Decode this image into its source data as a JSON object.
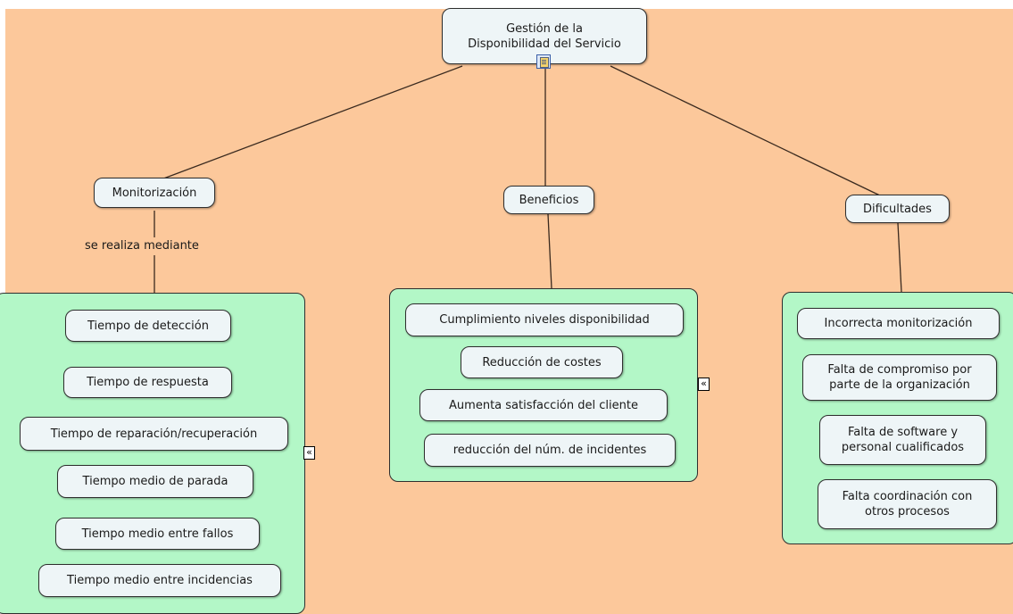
{
  "root": {
    "label": "Gestión de la\nDisponibilidad del Servicio"
  },
  "branches": {
    "monitorizacion": {
      "label": "Monitorización",
      "link_label": "se realiza mediante",
      "items": [
        "Tiempo de detección",
        "Tiempo de respuesta",
        "Tiempo de reparación/recuperación",
        "Tiempo medio de parada",
        "Tiempo medio entre fallos",
        "Tiempo medio entre incidencias"
      ]
    },
    "beneficios": {
      "label": "Beneficios",
      "items": [
        "Cumplimiento niveles disponibilidad",
        "Reducción de costes",
        "Aumenta satisfacción del cliente",
        "reducción del núm. de incidentes"
      ]
    },
    "dificultades": {
      "label": "Dificultades",
      "items": [
        "Incorrecta monitorización",
        "Falta de compromiso por\nparte de la organización",
        "Falta de software y\npersonal cualificados",
        "Falta coordinación con\notros procesos"
      ]
    }
  },
  "icons": {
    "root_attachment": "document-icon",
    "collapse": "double-chevron-left-icon",
    "collapse_glyph": "«"
  },
  "colors": {
    "background": "#fcc89b",
    "node_fill": "#eef5f7",
    "group_fill": "#b3f7c7",
    "line": "#3a2a1f"
  }
}
